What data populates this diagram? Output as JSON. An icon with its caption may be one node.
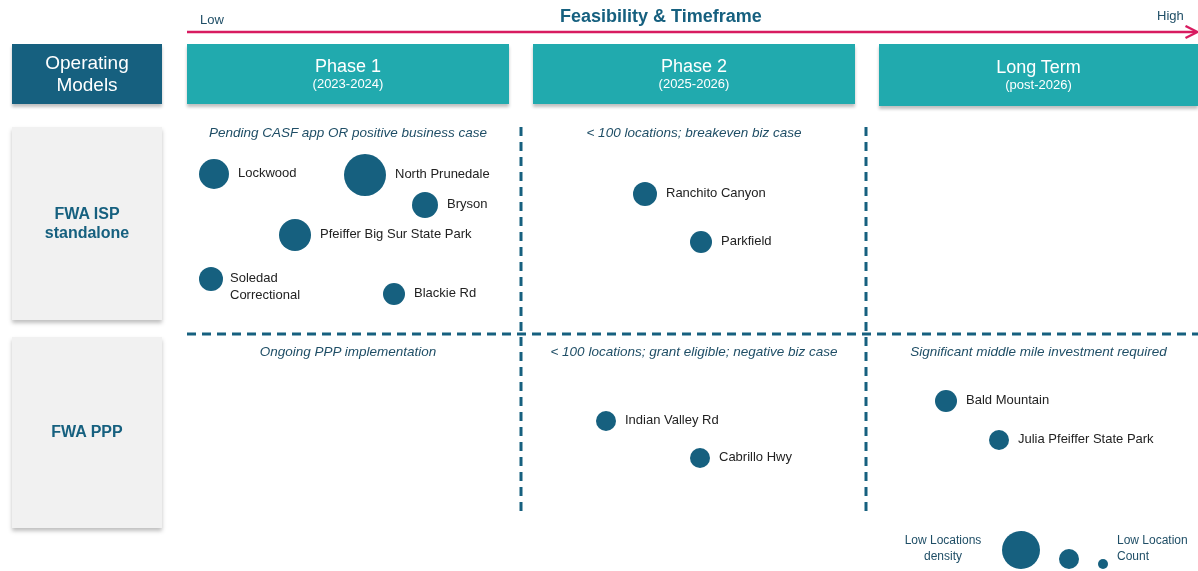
{
  "diagram": {
    "nodes": [
      {
        "text": [
          "Operating Models"
        ]
      },
      {
        "text": [
          "Phase 1",
          "(2023-2024)"
        ]
      },
      {
        "text": [
          "Phase 2",
          "(2025-2026)"
        ]
      },
      {
        "text": [
          "Long Term",
          "(post-2026)"
        ]
      },
      {
        "text": [
          "FWA ISP standalone"
        ]
      },
      {
        "text": [
          "FWA PPP"
        ]
      },
      {
        "text": [],
        "shape": "circle",
        "beside": [
          "Lockwood"
        ]
      },
      {
        "text": [],
        "shape": "circle",
        "beside": [
          "North Prunedale"
        ]
      },
      {
        "text": [],
        "shape": "circle",
        "beside": [
          "Bryson"
        ]
      },
      {
        "text": [],
        "shape": "circle",
        "beside": [
          "Pfeiffer Big Sur State Park"
        ]
      },
      {
        "text": [],
        "shape": "circle",
        "beside": [
          "Soledad Correctional"
        ]
      },
      {
        "text": [],
        "shape": "circle",
        "beside": [
          "Blackie Rd"
        ]
      },
      {
        "text": [],
        "shape": "circle",
        "beside": [
          "Ranchito Canyon"
        ]
      },
      {
        "text": [],
        "shape": "circle",
        "beside": [
          "Parkfield"
        ]
      },
      {
        "text": [],
        "shape": "circle",
        "beside": [
          "Indian Valley Rd"
        ]
      },
      {
        "text": [],
        "shape": "circle",
        "beside": [
          "Cabrillo Hwy"
        ]
      },
      {
        "text": [],
        "shape": "circle",
        "beside": [
          "Bald Mountain"
        ]
      },
      {
        "text": [],
        "shape": "circle",
        "beside": [
          "Julia Pfeiffer State Park"
        ]
      }
    ],
    "labels": [
      "Low",
      "Feasibility & Timeframe",
      "High",
      "Pending CASF app OR positive business case",
      "< 100 locations; breakeven biz case",
      "Ongoing PPP implementation",
      "< 100 locations; grant eligible; negative biz case",
      "Significant  middle mile investment required",
      "Low Locations density",
      "Low Location Count"
    ]
  }
}
